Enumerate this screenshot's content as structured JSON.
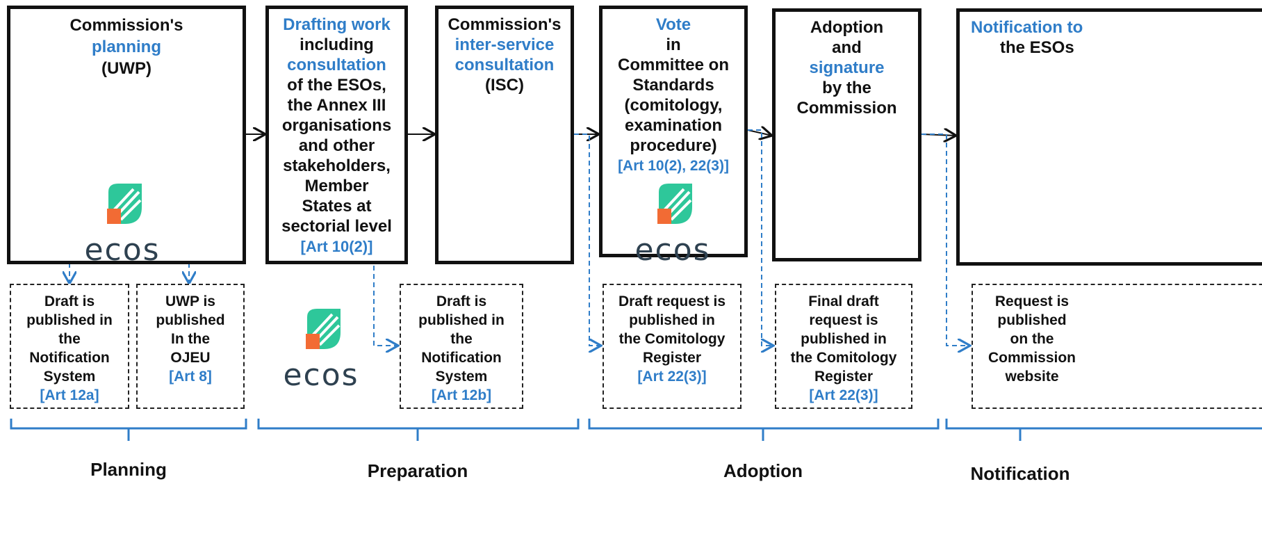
{
  "stages": {
    "planning": [
      "Commission's",
      "planning",
      "(UWP)"
    ],
    "drafting": [
      "Drafting work",
      "including",
      "consultation",
      "of the ESOs,",
      "the Annex III",
      "organisations",
      "and other",
      "stakeholders,",
      "Member",
      "States at",
      "sectorial level",
      "[Art 10(2)]"
    ],
    "isc": [
      "Commission's",
      "inter-service",
      "consultation",
      "(ISC)"
    ],
    "vote": [
      "Vote",
      "in",
      "Committee on",
      "Standards",
      "(comitology,",
      "examination",
      "procedure)",
      "[Art 10(2), 22(3)]"
    ],
    "adoption": [
      "Adoption",
      "and",
      "signature",
      "by the",
      "Commission"
    ],
    "notification": [
      "Notification to",
      "the ESOs"
    ]
  },
  "publications": {
    "p1": [
      "Draft is",
      "published in",
      "the",
      "Notification",
      "System",
      "[Art 12a]"
    ],
    "p2": [
      "UWP is",
      "published",
      "In the",
      "OJEU",
      "[Art 8]"
    ],
    "p3": [
      "Draft is",
      "published in",
      "the",
      "Notification",
      "System",
      "[Art 12b]"
    ],
    "p4": [
      "Draft request is",
      "published in",
      "the Comitology",
      "Register",
      "[Art 22(3)]"
    ],
    "p5": [
      "Final draft",
      "request is",
      "published in",
      "the Comitology",
      "Register",
      "[Art 22(3)]"
    ],
    "p6": [
      "Request is",
      "published",
      "on the",
      "Commission",
      "website"
    ]
  },
  "phases": {
    "planning": "Planning",
    "preparation": "Preparation",
    "adoption": "Adoption",
    "notification": "Notification"
  },
  "logo": {
    "text": "ecos",
    "colors": {
      "leaf": "#2ec79a",
      "square": "#f26b34",
      "text": "#2e4150"
    }
  },
  "colors": {
    "accent": "#2f7dc8",
    "border": "#111111"
  }
}
